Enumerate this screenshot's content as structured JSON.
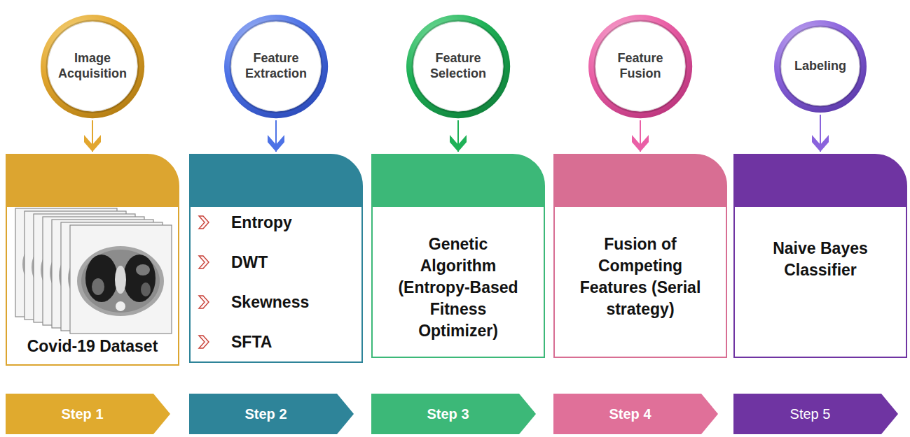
{
  "diagram": {
    "nodes": [
      {
        "text": [
          "Image Acquisition"
        ]
      },
      {
        "text": [
          "Feature Extraction"
        ]
      },
      {
        "text": [
          "Feature Selection"
        ]
      },
      {
        "text": [
          "Feature Fusion"
        ]
      },
      {
        "text": [
          "Labeling"
        ]
      },
      {
        "text": [
          "Covid-19 Dataset"
        ]
      },
      {
        "text": [
          "Entropy",
          "DWT",
          "Skewness",
          "SFTA"
        ]
      },
      {
        "text": [
          "Genetic Algorithm (Entropy-Based Fitness Optimizer)"
        ]
      },
      {
        "text": [
          "Fusion of Competing Features (Serial strategy)"
        ]
      },
      {
        "text": [
          "Naive Bayes Classifier"
        ]
      },
      {
        "text": [
          "Step 1"
        ]
      },
      {
        "text": [
          "Step 2"
        ]
      },
      {
        "text": [
          "Step 3"
        ]
      },
      {
        "text": [
          "Step 4"
        ]
      },
      {
        "text": [
          "Step 5"
        ]
      }
    ],
    "edges": [
      {
        "from": 0,
        "to": 5,
        "arrow": "to"
      },
      {
        "from": 1,
        "to": 6,
        "arrow": "to"
      },
      {
        "from": 2,
        "to": 7,
        "arrow": "to"
      },
      {
        "from": 3,
        "to": 8,
        "arrow": "to"
      },
      {
        "from": 4,
        "to": 9,
        "arrow": "to"
      }
    ]
  }
}
